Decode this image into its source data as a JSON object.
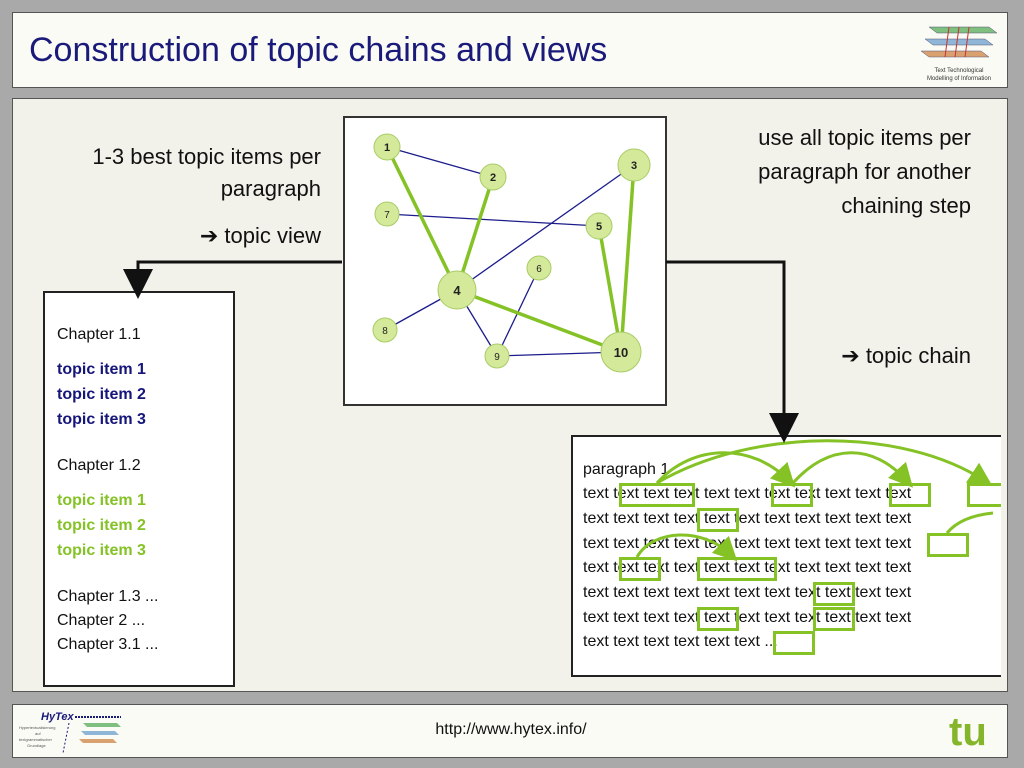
{
  "header": {
    "title": "Construction of topic chains and views",
    "logo_caption": [
      "Text Technological",
      "Modelling of Information"
    ]
  },
  "left": {
    "text": [
      "1-3 best topic items per",
      "paragraph"
    ],
    "arrow_label": "topic view"
  },
  "right": {
    "text": [
      "use all topic items per",
      "paragraph for another",
      "chaining step"
    ],
    "arrow_label": "topic chain"
  },
  "graph": {
    "nodes": [
      "1",
      "2",
      "3",
      "4",
      "5",
      "6",
      "7",
      "8",
      "9",
      "10"
    ]
  },
  "chapters": {
    "chapter_1_1": "Chapter 1.1",
    "items_1_1": [
      "topic item 1",
      "topic item 2",
      "topic item 3"
    ],
    "chapter_1_2": "Chapter 1.2",
    "items_1_2": [
      "topic item 1",
      "topic item 2",
      "topic item 3"
    ],
    "more": [
      "Chapter 1.3 ...",
      "Chapter 2 ...",
      "Chapter 3.1 ..."
    ]
  },
  "paragraph": {
    "title": "paragraph 1",
    "lines": [
      "text text text text text text text text text text text",
      "text text text text text text text text text text text",
      "text text text text text text text text text text text",
      "text text text text text text text text text text text",
      "text text text text text text text text text text text",
      "text text text text text text text text text text text",
      "text text text text text text ..."
    ]
  },
  "footer": {
    "url": "http://www.hytex.info/",
    "logo_word": "HyTex",
    "logo_lines": [
      "Hypertextualisierung",
      "auf",
      "textgrammatischer",
      "Grundlage"
    ],
    "tu_logo": "tu"
  },
  "colors": {
    "title": "#1a1a7a",
    "accent_green": "#84c225",
    "node_fill": "#d4e99a",
    "edge_blue": "#1c1c8c"
  }
}
